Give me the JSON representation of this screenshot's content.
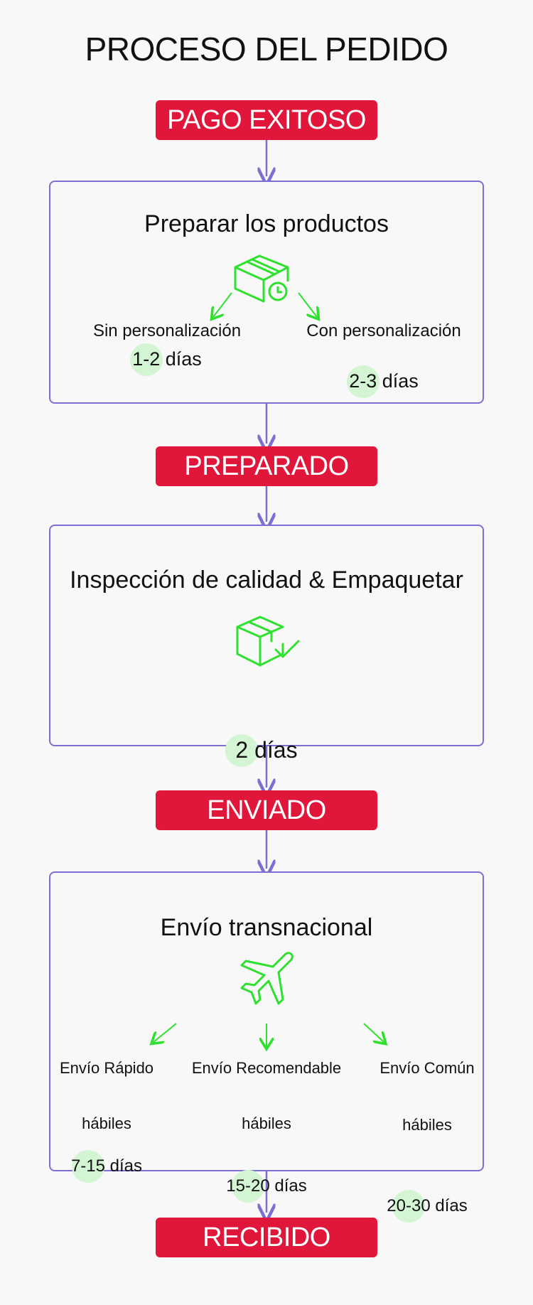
{
  "title": "PROCESO DEL PEDIDO",
  "colors": {
    "stage": "#e0173a",
    "border": "#7b6fd1",
    "icon": "#2fe02f",
    "highlight": "#d4f5d4"
  },
  "stages": [
    "PAGO EXITOSO",
    "PREPARADO",
    "ENVIADO",
    "RECIBIDO"
  ],
  "step1": {
    "title": "Preparar los productos",
    "icon": "box-clock-icon",
    "options": [
      {
        "label": "Sin personalización",
        "num": "1-2",
        "unit": " días"
      },
      {
        "label": "Con personalización",
        "num": "2-3",
        "unit": " días"
      }
    ]
  },
  "step2": {
    "title": "Inspección de calidad & Empaquetar",
    "icon": "box-check-icon",
    "num": "2",
    "unit": " días"
  },
  "step3": {
    "title": "Envío transnacional",
    "icon": "airplane-icon",
    "options": [
      {
        "label": "Envío Rápido",
        "num": "7-15",
        "unit": " días",
        "line2": "hábiles"
      },
      {
        "label": "Envío Recomendable",
        "num": "15-20",
        "unit": " días",
        "line2": "hábiles"
      },
      {
        "label": "Envío Común",
        "num": "20-30",
        "unit": " días",
        "line2": "hábiles"
      }
    ]
  }
}
